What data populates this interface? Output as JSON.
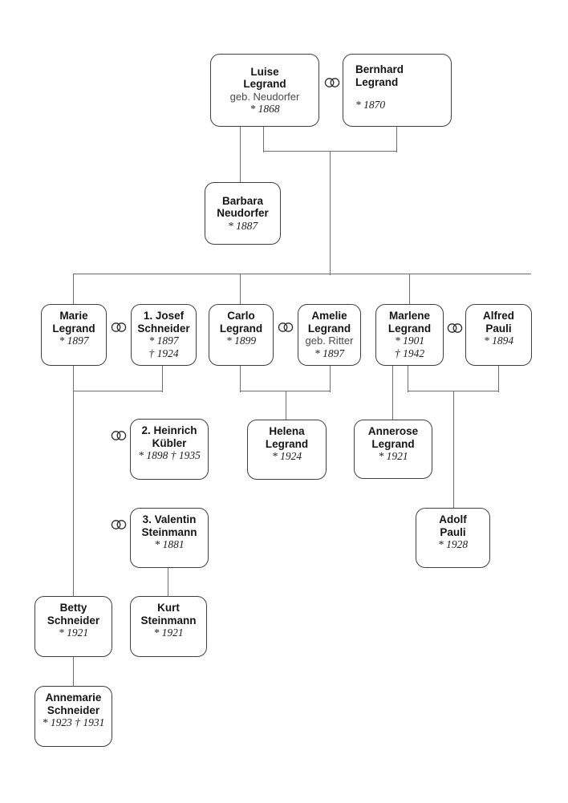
{
  "diagram": {
    "type": "family-tree",
    "background_color": "#ffffff",
    "line_color": "#6f6f6f",
    "box_border_color": "#3f3f3f",
    "name_text_color": "#141414",
    "maiden_name_text_color": "#4a4a4a",
    "date_text_color": "#1d1d1d"
  },
  "icons": {
    "marriage_rings": "interlocked wedding rings (oo)"
  },
  "people": {
    "luise": {
      "name": "Luise\nLegrand",
      "maiden": "geb. Neudorfer",
      "dates": "* 1868"
    },
    "bernhard": {
      "name": "Bernhard\nLegrand",
      "dates": "* 1870"
    },
    "barbara": {
      "name": "Barbara\nNeudorfer",
      "dates": "* 1887"
    },
    "marie": {
      "name": "Marie\nLegrand",
      "dates": "* 1897"
    },
    "josef": {
      "name": "1. Josef\nSchneider",
      "dates": "* 1897\n† 1924"
    },
    "carlo": {
      "name": "Carlo\nLegrand",
      "dates": "* 1899"
    },
    "amelie": {
      "name": "Amelie\nLegrand",
      "maiden": "geb. Ritter",
      "dates": "* 1897"
    },
    "marlene": {
      "name": "Marlene\nLegrand",
      "dates": "* 1901\n† 1942"
    },
    "alfred": {
      "name": "Alfred\nPauli",
      "dates": "* 1894"
    },
    "heinrich": {
      "name": "2. Heinrich\nKübler",
      "dates": "* 1898 † 1935"
    },
    "helena": {
      "name": "Helena\nLegrand",
      "dates": "* 1924"
    },
    "annerose": {
      "name": "Annerose\nLegrand",
      "dates": "* 1921"
    },
    "valentin": {
      "name": "3. Valentin\nSteinmann",
      "dates": "* 1881"
    },
    "adolf": {
      "name": "Adolf\nPauli",
      "dates": "* 1928"
    },
    "betty": {
      "name": "Betty\nSchneider",
      "dates": "* 1921"
    },
    "kurt": {
      "name": "Kurt\nSteinmann",
      "dates": "* 1921"
    },
    "annemarie": {
      "name": "Annemarie\nSchneider",
      "dates": "* 1923 † 1931"
    }
  }
}
